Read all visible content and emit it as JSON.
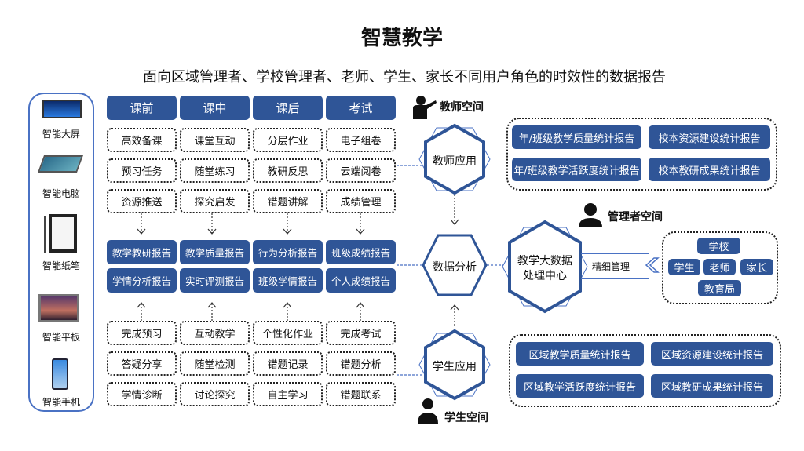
{
  "title": "智慧教学",
  "subtitle": "面向区域管理者、学校管理者、老师、学生、家长不同用户角色的时效性的数据报告",
  "devices": [
    "智能大屏",
    "智能电脑",
    "智能纸笔",
    "智能平板",
    "智能手机"
  ],
  "headers": [
    "课前",
    "课中",
    "课后",
    "考试"
  ],
  "teacher_rows": [
    [
      "高效备课",
      "课堂互动",
      "分层作业",
      "电子组卷"
    ],
    [
      "预习任务",
      "随堂练习",
      "教研反思",
      "云端阅卷"
    ],
    [
      "资源推送",
      "探究启发",
      "错题讲解",
      "成绩管理"
    ]
  ],
  "report_rows": [
    [
      "教学教研报告",
      "教学质量报告",
      "行为分析报告",
      "班级成绩报告"
    ],
    [
      "学情分析报告",
      "实时评测报告",
      "班级学情报告",
      "个人成绩报告"
    ]
  ],
  "student_rows": [
    [
      "完成预习",
      "互动教学",
      "个性化作业",
      "完成考试"
    ],
    [
      "答疑分享",
      "随堂检测",
      "错题记录",
      "错题分析"
    ],
    [
      "学情诊断",
      "讨论探究",
      "自主学习",
      "错题联系"
    ]
  ],
  "hexes": {
    "teacher_app": "教师应用",
    "data_analysis": "数据分析",
    "student_app": "学生应用",
    "center_1": "教学大数据",
    "center_2": "处理中心"
  },
  "spaces": {
    "teacher": "教师空间",
    "manager": "管理者空间",
    "student": "学生空间"
  },
  "fine_mgmt": "精细管理",
  "teacher_reports": [
    "年/班级教学质量统计报告",
    "校本资源建设统计报告",
    "年/班级教学活跃度统计报告",
    "校本教研成果统计报告"
  ],
  "roles": [
    "学校",
    "学生",
    "老师",
    "家长",
    "教育局"
  ],
  "region_reports": [
    "区域教学质量统计报告",
    "区域资源建设统计报告",
    "区域教学活跃度统计报告",
    "区域教研成果统计报告"
  ],
  "colors": {
    "primary": "#2f5597",
    "hex": "#3b5ea6"
  }
}
